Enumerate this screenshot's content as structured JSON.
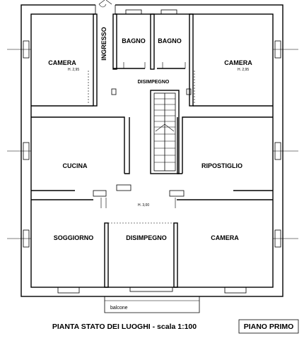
{
  "rooms": {
    "camera_nw": "CAMERA",
    "camera_nw_height": "H. 2,95",
    "ingresso": "INGRESSO",
    "bagno_1": "BAGNO",
    "bagno_2": "BAGNO",
    "camera_ne": "CAMERA",
    "camera_ne_height": "H. 2,95",
    "disimpegno_top": "DISIMPEGNO",
    "cucina": "CUCINA",
    "ripostiglio": "RIPOSTIGLIO",
    "center_height": "H. 3,00",
    "soggiorno": "SOGGIORNO",
    "disimpegno_bottom": "DISIMPEGNO",
    "camera_se": "CAMERA",
    "balcone": "balcone"
  },
  "caption": {
    "title": "PIANTA STATO DEI LUOGHI - scala 1:100",
    "floor": "PIANO PRIMO"
  }
}
